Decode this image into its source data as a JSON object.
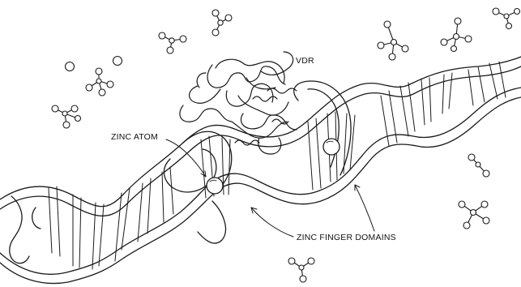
{
  "labels": {
    "vdr": "VDR",
    "zinc_atom": "ZINC ATOM",
    "zinc_finger_domains": "ZINC FINGER DOMAINS"
  },
  "colors": {
    "ink": "#1a1a1a",
    "background": "#ffffff"
  }
}
